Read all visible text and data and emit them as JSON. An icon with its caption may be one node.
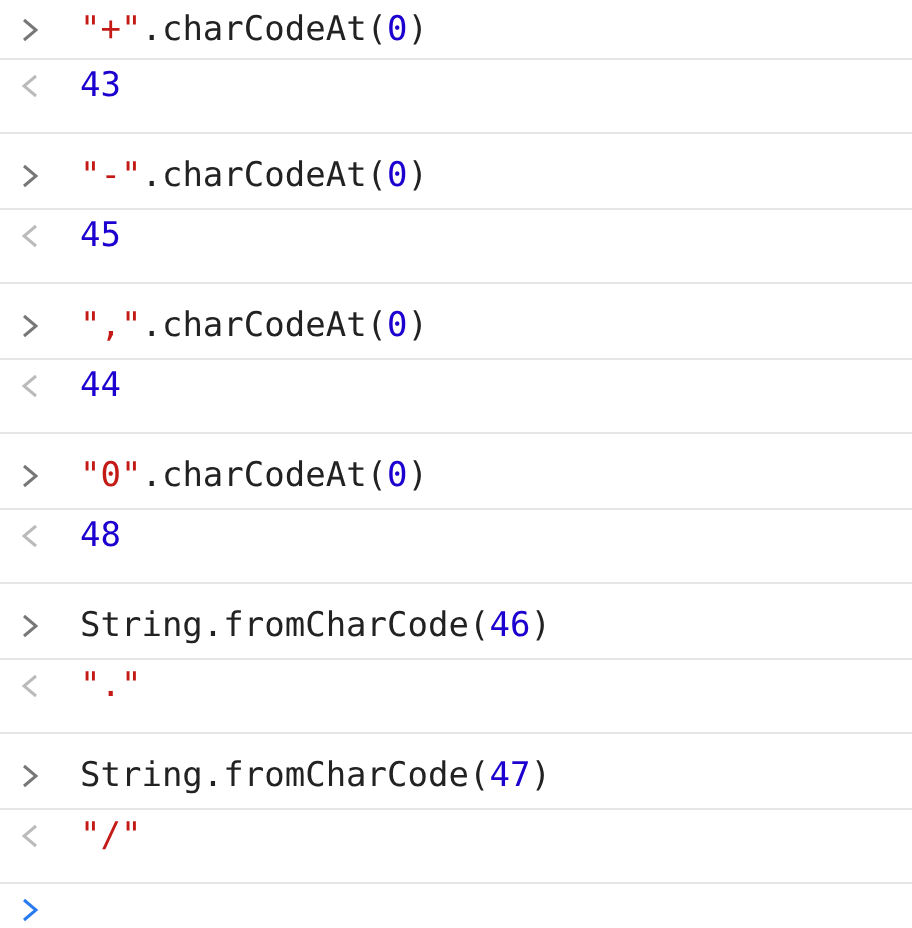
{
  "diagram": {
    "labels": [
      "\"+\".charCodeAt(0)",
      "43",
      "\"-\".charCodeAt(0)",
      "45",
      "\",\".charCodeAt(0)",
      "44",
      "\"0\".charCodeAt(0)",
      "48",
      "String.fromCharCode(46)",
      "\".\"",
      "String.fromCharCode(47)",
      "\"/\""
    ]
  }
}
